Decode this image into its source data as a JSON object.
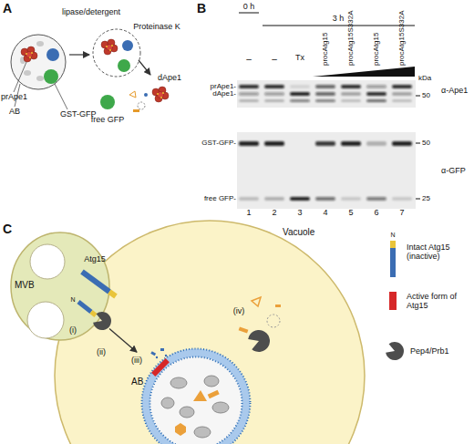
{
  "diagram": {
    "nodes": [
      {
        "text": [
          "Vacuole"
        ]
      },
      {
        "text": [
          "MVB"
        ]
      },
      {
        "text": [
          "AB"
        ],
        "in": 0
      }
    ],
    "edges": [
      {
        "from": 1,
        "to": 2,
        "label": "(ii)",
        "arrow": "to"
      }
    ],
    "labels": [
      "A",
      "prApe1",
      "AB",
      "GST-GFP",
      "lipase/detergent",
      "Proteinase K",
      "free GFP",
      "dApe1",
      "B",
      "0 h",
      "3 h",
      "–",
      "–",
      "Tx",
      "procAtg15",
      "procAtg15S332A",
      "procAtg15",
      "procAtg15S332A",
      "prApe1-",
      "dApe1-",
      "kDa",
      "α-Ape1",
      "50",
      "GST-GFP-",
      "free GFP-",
      "50",
      "25",
      "α-GFP",
      "1",
      "2",
      "3",
      "4",
      "5",
      "6",
      "7",
      "C",
      "Atg15",
      "N",
      "(i)",
      "(iii)",
      "(iv)",
      "N"
    ],
    "legend": [
      {
        "text": "Intact Atg15 (inactive)"
      },
      {
        "text": "Active form of Atg15",
        "color": "#d62728"
      },
      {
        "text": "Pep4/Prb1"
      }
    ]
  }
}
